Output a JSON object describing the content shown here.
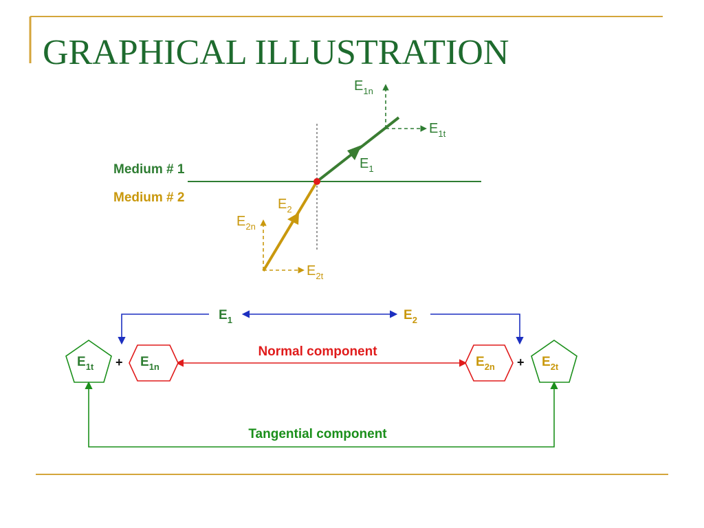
{
  "title": "GRAPHICAL ILLUSTRATION",
  "colors": {
    "title": "#1e6b2e",
    "frame": "#d4a53a",
    "medium_line": "#2e7d32",
    "e1_vector": "#3a7d32",
    "e2_vector": "#c9980d",
    "green_text": "#2e7d32",
    "gold_text": "#c9980d",
    "blue": "#1c2fc0",
    "red": "#e01b1b",
    "green_flow": "#1a8f1a",
    "interface_point": "#e01b1b"
  },
  "diagram": {
    "medium1": "Medium # 1",
    "medium2": "Medium # 2",
    "e1": {
      "base": "E",
      "sub": "1"
    },
    "e1n": {
      "base": "E",
      "sub": "1n"
    },
    "e1t": {
      "base": "E",
      "sub": "1t"
    },
    "e2": {
      "base": "E",
      "sub": "2"
    },
    "e2n": {
      "base": "E",
      "sub": "2n"
    },
    "e2t": {
      "base": "E",
      "sub": "2t"
    }
  },
  "flow": {
    "top_left": {
      "base": "E",
      "sub": "1"
    },
    "top_right": {
      "base": "E",
      "sub": "2"
    },
    "normal_label": "Normal component",
    "tangential_label": "Tangential component",
    "e1t": {
      "base": "E",
      "sub": "1t"
    },
    "e1n": {
      "base": "E",
      "sub": "1n"
    },
    "e2n": {
      "base": "E",
      "sub": "2n"
    },
    "e2t": {
      "base": "E",
      "sub": "2t"
    },
    "plus": "+"
  }
}
